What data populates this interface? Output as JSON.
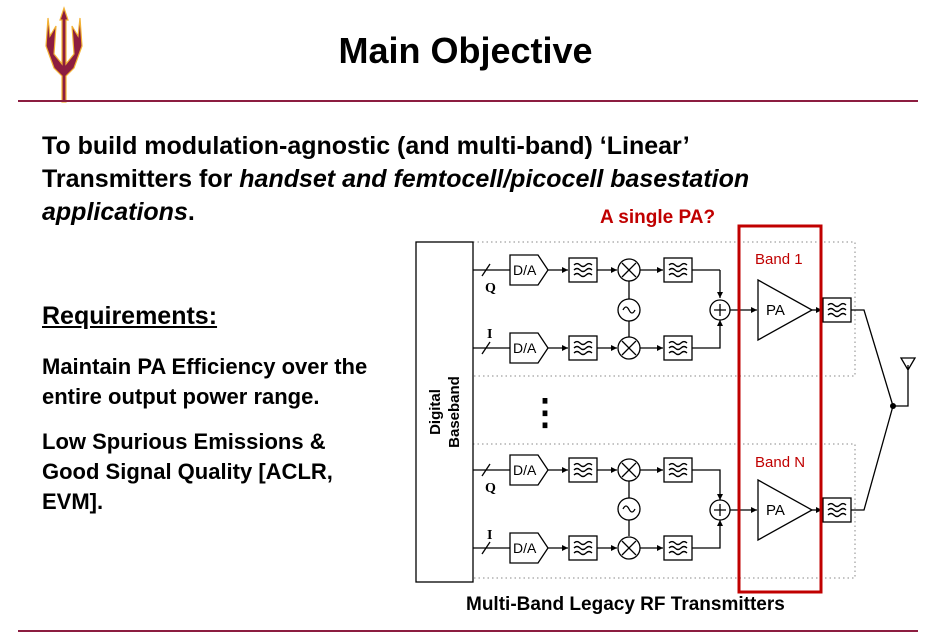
{
  "slide": {
    "title": "Main Objective",
    "objective_part1": "To build modulation-agnostic (and multi-band) ‘Linear’ Transmitters for ",
    "objective_italic": "handset and femtocell/picocell basestation applications",
    "objective_end": ".",
    "requirements_title": "Requirements:",
    "req1": "Maintain PA Efficiency over the entire output power range.",
    "req2": "Low Spurious Emissions & Good Signal Quality [ACLR, EVM]."
  },
  "diagram": {
    "single_pa_label": "A single PA?",
    "baseband_label_line1": "Digital",
    "baseband_label_line2": "Baseband",
    "band_top": "Band 1",
    "band_bottom": "Band N",
    "da_label": "D/A",
    "pa_label": "PA",
    "q_label": "Q",
    "i_label": "I",
    "ellipsis": "⋮",
    "caption": "Multi-Band Legacy RF Transmitters",
    "highlight_color": "#c00000",
    "accent_color": "#8c1d40"
  }
}
